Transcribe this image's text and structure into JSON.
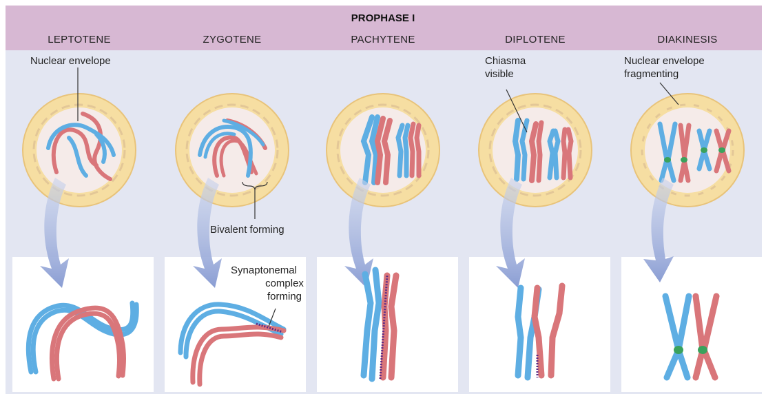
{
  "header": {
    "title": "PROPHASE I",
    "stages": [
      "LEPTOTENE",
      "ZYGOTENE",
      "PACHYTENE",
      "DIPLOTENE",
      "DIAKINESIS"
    ]
  },
  "labels": {
    "nuclear_envelope": "Nuclear envelope",
    "bivalent_forming": "Bivalent forming",
    "chiasma_line1": "Chiasma",
    "chiasma_line2": "visible",
    "fragmenting_line1": "Nuclear envelope",
    "fragmenting_line2": "fragmenting",
    "synaptonemal_line1": "Synaptonemal",
    "synaptonemal_line2": "complex",
    "synaptonemal_line3": "forming"
  },
  "colors": {
    "header_bg": "#d7b8d3",
    "panel_bg": "#e3e6f2",
    "nucleus_fill": "#f5ebe9",
    "nucleus_ring": "#f6dea2",
    "nucleus_border": "#e8c37a",
    "envelope_dash": "#e3c797",
    "chromosome_blue": "#5eaee3",
    "chromosome_red": "#d9767a",
    "chiasma_green": "#3aa25c",
    "synaptonemal_purple": "#5b2a86",
    "arrow": "#8d9fd2"
  }
}
